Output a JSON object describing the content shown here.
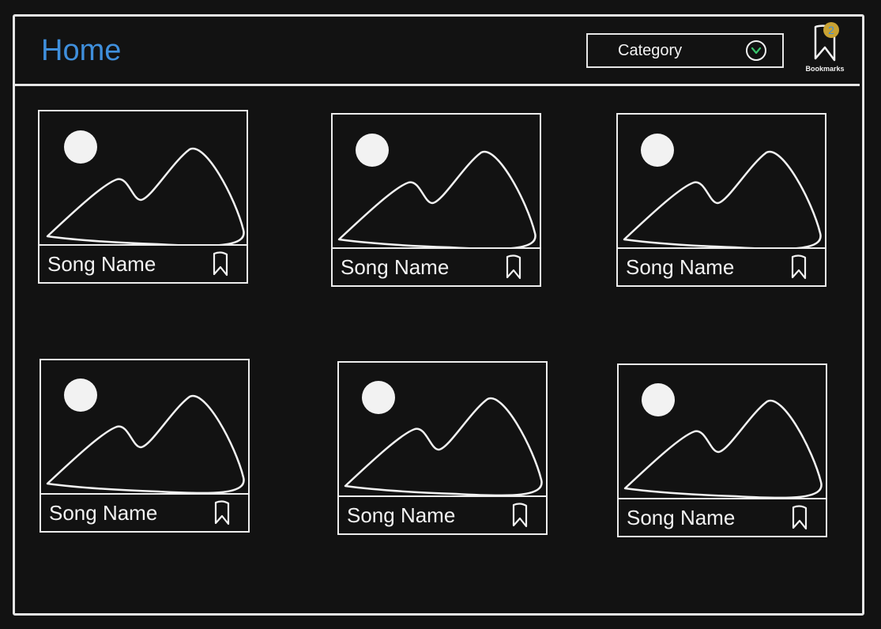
{
  "header": {
    "title": "Home",
    "category": {
      "selected": "Category"
    },
    "bookmarks": {
      "label": "Bookmarks",
      "count": "2"
    }
  },
  "songs": [
    {
      "name": "Song Name"
    },
    {
      "name": "Song Name"
    },
    {
      "name": "Song Name"
    },
    {
      "name": "Song Name"
    },
    {
      "name": "Song Name"
    },
    {
      "name": "Song Name"
    }
  ],
  "colors": {
    "background": "#121212",
    "stroke": "#ededed",
    "title": "#3f8fdc",
    "chevron": "#39c46b",
    "badge": "#c8a233"
  },
  "icons": {
    "card_image": "image-placeholder-icon",
    "card_bookmark": "bookmark-icon",
    "dropdown": "chevron-down-icon",
    "bookmarks": "bookmark-icon"
  }
}
